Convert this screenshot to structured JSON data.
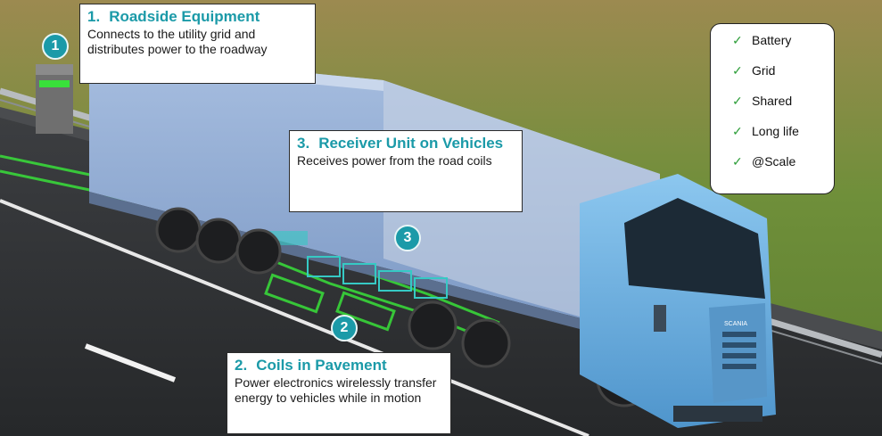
{
  "callouts": [
    {
      "number": "1.",
      "title": "Roadside Equipment",
      "body": "Connects to the utility grid and distributes power to the roadway"
    },
    {
      "number": "2.",
      "title": "Coils in Pavement",
      "body": "Power electronics wirelessly transfer energy to vehicles while in motion"
    },
    {
      "number": "3.",
      "title": "Receiver Unit on Vehicles",
      "body": "Receives power from the road coils"
    }
  ],
  "markers": [
    "1",
    "2",
    "3"
  ],
  "checklist": [
    {
      "icon": "check-icon",
      "label": "Battery"
    },
    {
      "icon": "check-icon",
      "label": "Grid"
    },
    {
      "icon": "check-icon",
      "label": "Shared"
    },
    {
      "icon": "check-icon",
      "label": "Long life"
    },
    {
      "icon": "check-icon",
      "label": "@Scale"
    }
  ],
  "truck_badge": "SCANIA",
  "colors": {
    "accent": "#1b9aa8",
    "check": "#2e9e3a",
    "grass": "#6f8f3a",
    "road": "#2f3133",
    "trailer": "#8faed8",
    "cab": "#6fb3e6",
    "coil": "#39e03a"
  }
}
